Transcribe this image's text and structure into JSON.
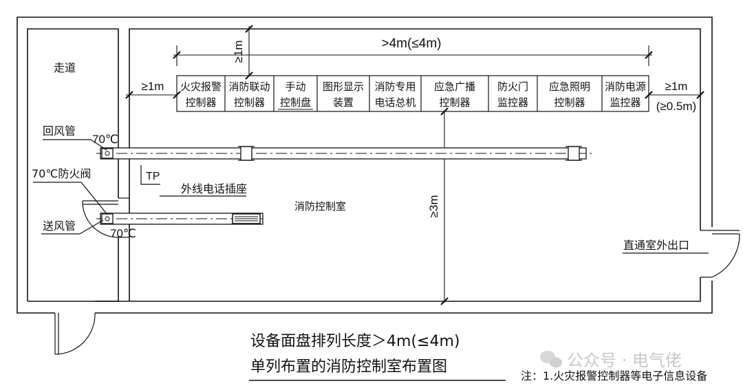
{
  "labels": {
    "corridor": "走道",
    "return_duct": "回风管",
    "supply_duct": "送风管",
    "damper": "70℃防火阀",
    "temp_top": "70℃",
    "temp_bottom": "70℃",
    "tp": "TP",
    "phone_socket": "外线电话插座",
    "room": "消防控制室",
    "exit": "直通室外出口"
  },
  "dimensions": {
    "top_clearance": "≥1m",
    "panel_length": ">4m(≤4m)",
    "left_clearance": "≥1m",
    "right_clearance": "≥1m",
    "right_clearance_alt": "(≥0.5m)",
    "front_clearance": "≥3m"
  },
  "panels": [
    {
      "line1": "火灾报警",
      "line2": "控制器"
    },
    {
      "line1": "消防联动",
      "line2": "控制器"
    },
    {
      "line1": "手动",
      "line2": "控制盘"
    },
    {
      "line1": "图形显示",
      "line2": "装置"
    },
    {
      "line1": "消防专用",
      "line2": "电话总机"
    },
    {
      "line1": "应急广播",
      "line2": "控制器"
    },
    {
      "line1": "防火门",
      "line2": "监控器"
    },
    {
      "line1": "应急照明",
      "line2": "控制器"
    },
    {
      "line1": "消防电源",
      "line2": "监控器"
    }
  ],
  "caption": {
    "line1": "设备面盘排列长度＞4m(≤4m)",
    "line2": "单列布置的消防控制室布置图"
  },
  "note": "注：1.火灾报警控制器等电子信息设备",
  "watermark": "公众号 · 电气佬"
}
